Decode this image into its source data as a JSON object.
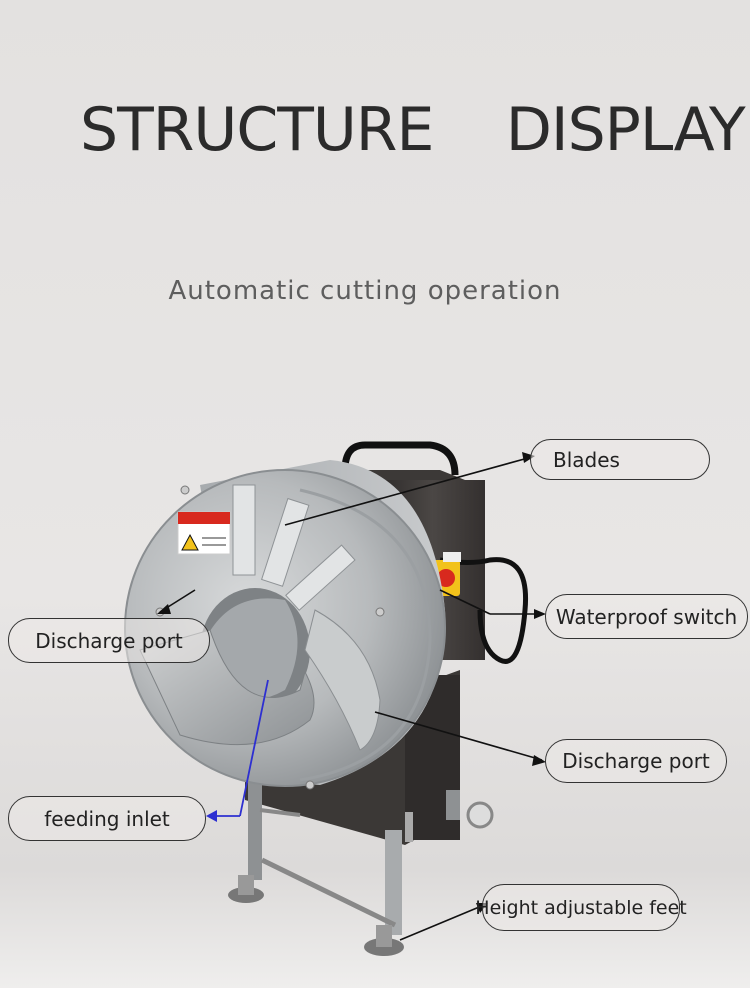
{
  "header": {
    "title": "STRUCTURE    DISPLAY",
    "subtitle": "Automatic cutting operation"
  },
  "callouts": {
    "blades": "Blades",
    "waterproof_switch": "Waterproof switch",
    "discharge_port_left": "Discharge port",
    "discharge_port_right": "Discharge port",
    "feeding_inlet": "feeding inlet",
    "height_feet": "Height adjustable feet"
  },
  "colors": {
    "background": "#e6e4e3",
    "steel": "#b9bcbe",
    "frame": "#3a3736",
    "switch_yellow": "#f2c21b",
    "switch_red": "#d8291e",
    "pointer_blue": "#2d2fd1"
  }
}
